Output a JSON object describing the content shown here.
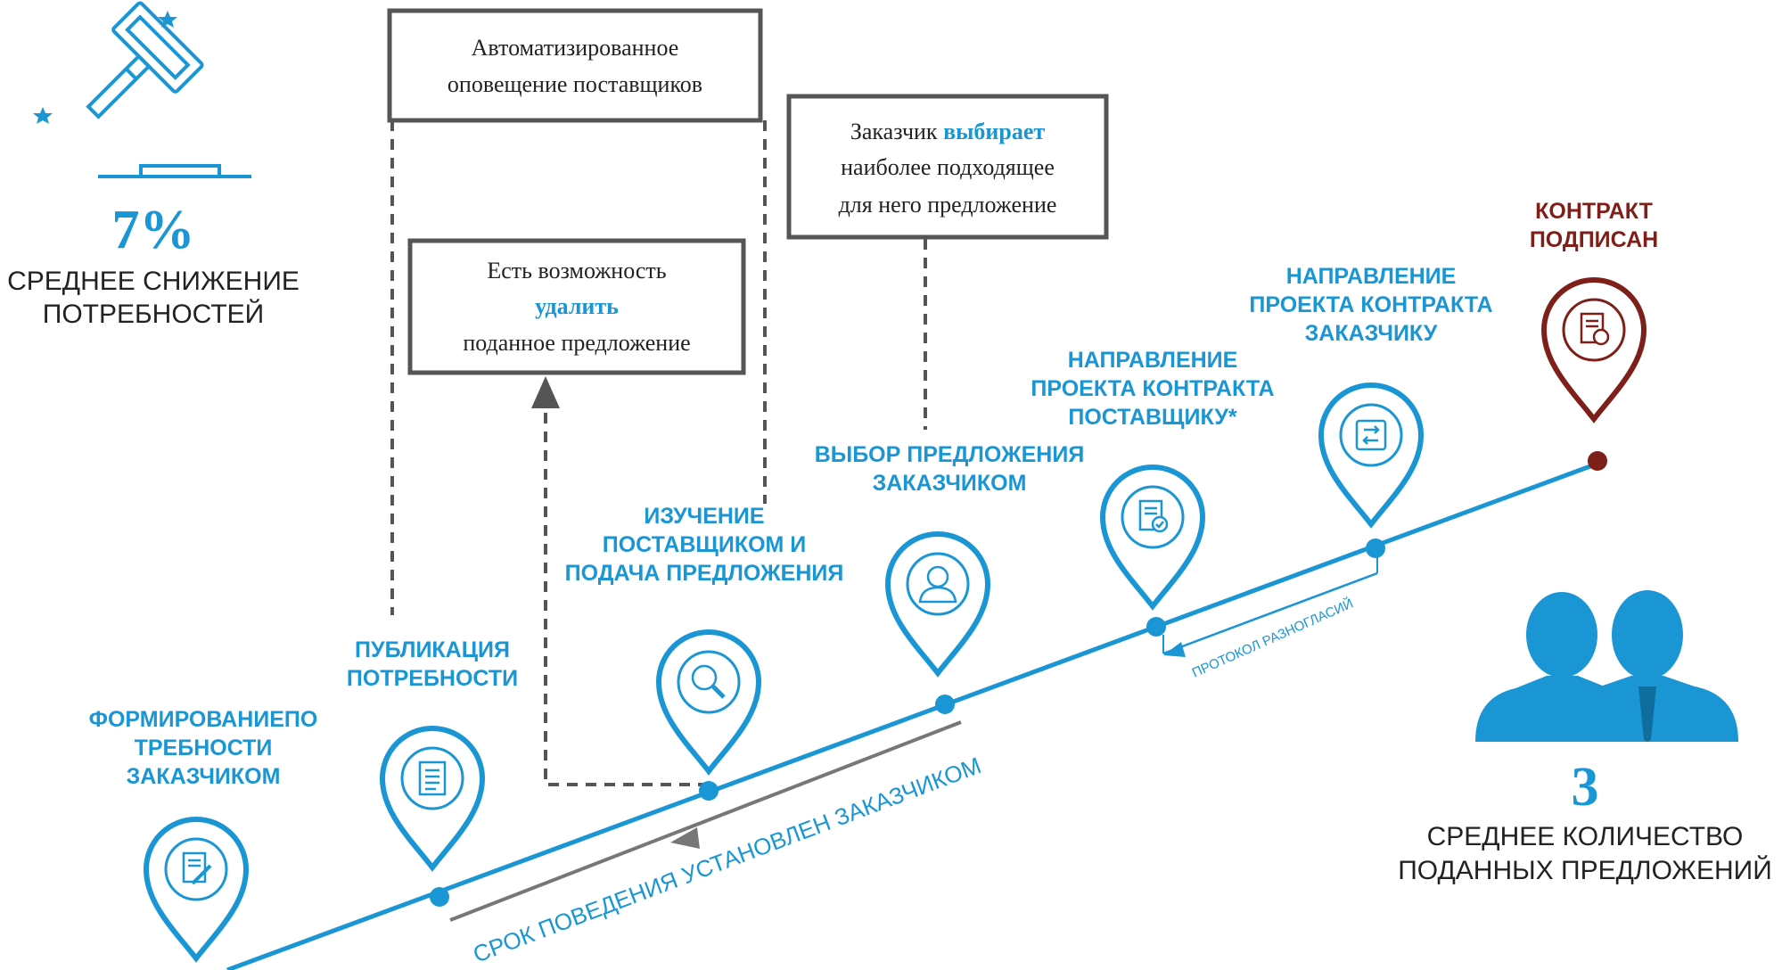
{
  "stats": {
    "reduction": {
      "value": "7%",
      "label_line1": "СРЕДНЕЕ СНИЖЕНИЕ",
      "label_line2": "ПОТРЕБНОСТЕЙ"
    },
    "offers": {
      "value": "3",
      "label_line1": "СРЕДНЕЕ КОЛИЧЕСТВО",
      "label_line2": "ПОДАННЫХ ПРЕДЛОЖЕНИЙ"
    }
  },
  "stages": [
    {
      "lines": [
        "ФОРМИРОВАНИЕПО",
        "ТРЕБНОСТИ",
        "ЗАКАЗЧИКОМ"
      ],
      "icon": "document-pen-icon"
    },
    {
      "lines": [
        "ПУБЛИКАЦИЯ",
        "ПОТРЕБНОСТИ"
      ],
      "icon": "document-icon"
    },
    {
      "lines": [
        "ИЗУЧЕНИЕ",
        "ПОСТАВЩИКОМ И",
        "ПОДАЧА ПРЕДЛОЖЕНИЯ"
      ],
      "icon": "magnifier-icon"
    },
    {
      "lines": [
        "ВЫБОР ПРЕДЛОЖЕНИЯ",
        "ЗАКАЗЧИКОМ"
      ],
      "icon": "user-icon"
    },
    {
      "lines": [
        "НАПРАВЛЕНИЕ",
        "ПРОЕКТА КОНТРАКТА",
        "ПОСТАВЩИКУ*"
      ],
      "icon": "document-check-icon"
    },
    {
      "lines": [
        "НАПРАВЛЕНИЕ",
        "ПРОЕКТА КОНТРАКТА",
        "ЗАКАЗЧИКУ"
      ],
      "icon": "exchange-icon"
    },
    {
      "lines": [
        "КОНТРАКТ",
        "ПОДПИСАН"
      ],
      "icon": "contract-seal-icon"
    }
  ],
  "boxes": {
    "notify": {
      "line1": "Автоматизированное",
      "line2": "оповещение поставщиков"
    },
    "delete": {
      "line1": "Есть возможность",
      "line2": "удалить",
      "line3": "поданное предложение"
    },
    "choose": {
      "line1a": "Заказчик ",
      "line1b": "выбирает",
      "line2": "наиболее подходящее",
      "line3": "для него предложение"
    }
  },
  "labels": {
    "deadline": "СРОК ПОВЕДЕНИЯ УСТАНОВЛЕН ЗАКАЗЧИКОМ",
    "protocol": "ПРОТОКОЛ РАЗНОГЛАСИЙ"
  },
  "colors": {
    "accent": "#1a96d4",
    "final": "#7e1f1a",
    "dash": "#555555"
  }
}
